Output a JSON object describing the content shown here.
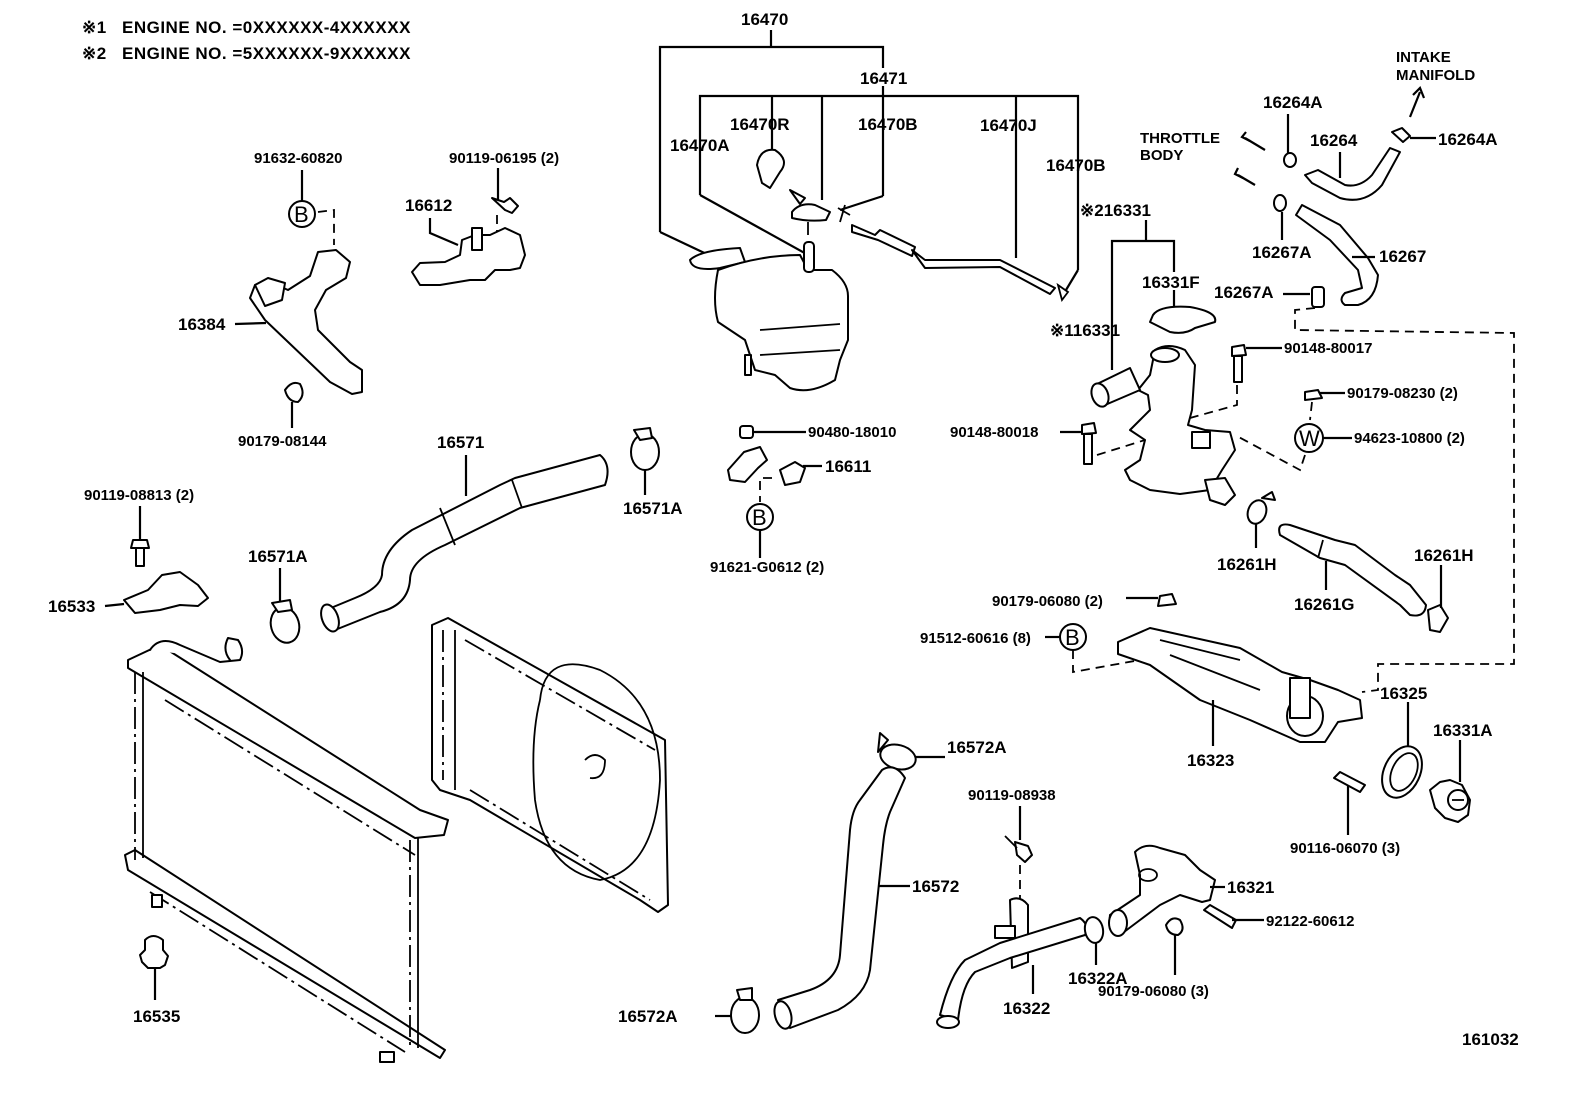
{
  "notes": [
    {
      "mark": "※1",
      "text": "ENGINE NO. =0XXXXXX-4XXXXXX"
    },
    {
      "mark": "※2",
      "text": "ENGINE NO. =5XXXXXX-9XXXXXX"
    }
  ],
  "diagram_id": "161032",
  "symbols": {
    "B": "B",
    "W": "W"
  },
  "directions": {
    "intake_manifold": [
      "INTAKE",
      "MANIFOLD"
    ],
    "throttle_body": [
      "THROTTLE",
      "BODY"
    ]
  },
  "labels": {
    "p16470": "16470",
    "p16471": "16471",
    "p16470R": "16470R",
    "p16470A": "16470A",
    "p16470B_1": "16470B",
    "p16470J": "16470J",
    "p16470B_2": "16470B",
    "p16264A_1": "16264A",
    "p16264": "16264",
    "p16264A_2": "16264A",
    "p16267A_1": "16267A",
    "p16267": "16267",
    "p16267A_2": "16267A",
    "p216331": "※216331",
    "p116331": "※116331",
    "p16331F": "16331F",
    "p90148_80017": "90148-80017",
    "p90179_08230": "90179-08230 (2)",
    "p94623_10800": "94623-10800 (2)",
    "p90148_80018": "90148-80018",
    "p91632_60820": "91632-60820",
    "p90119_06195": "90119-06195 (2)",
    "p16612": "16612",
    "p16384": "16384",
    "p90179_08144": "90179-08144",
    "p16571": "16571",
    "p16571A_1": "16571A",
    "p16571A_2": "16571A",
    "p90480_18010": "90480-18010",
    "p16611": "16611",
    "p91621_G0612": "91621-G0612 (2)",
    "p90119_08813": "90119-08813 (2)",
    "p16533": "16533",
    "p16261H_1": "16261H",
    "p16261G": "16261G",
    "p16261H_2": "16261H",
    "p90179_06080_2": "90179-06080 (2)",
    "p91512_60616": "91512-60616 (8)",
    "p16325": "16325",
    "p16323": "16323",
    "p16331A": "16331A",
    "p90116_06070": "90116-06070 (3)",
    "p16572A_1": "16572A",
    "p16572": "16572",
    "p16572A_2": "16572A",
    "p90119_08938": "90119-08938",
    "p16321": "16321",
    "p92122_60612": "92122-60612",
    "p16322A": "16322A",
    "p90179_06080_3": "90179-06080 (3)",
    "p16322": "16322",
    "p16535": "16535"
  }
}
